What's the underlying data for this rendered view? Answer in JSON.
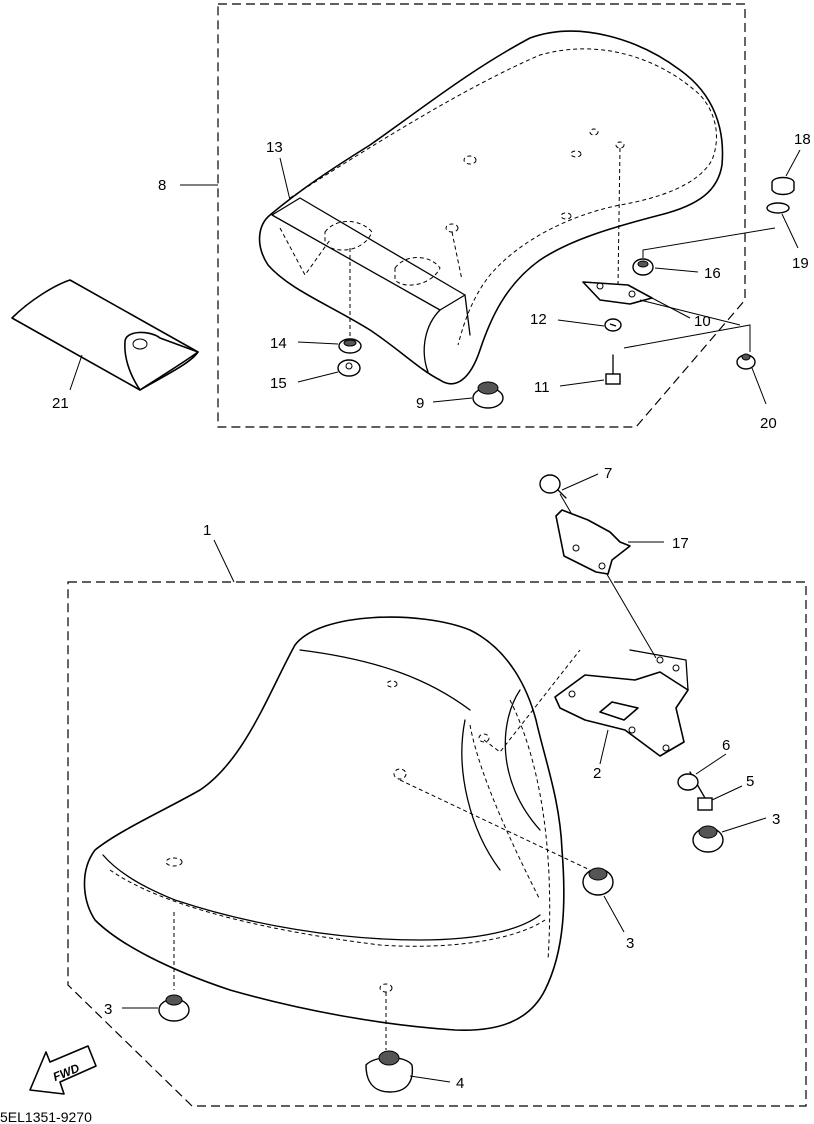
{
  "callouts": {
    "c1": "1",
    "c2": "2",
    "c3a": "3",
    "c3b": "3",
    "c3c": "3",
    "c4": "4",
    "c5": "5",
    "c6": "6",
    "c7": "7",
    "c8": "8",
    "c9": "9",
    "c10": "10",
    "c11": "11",
    "c12": "12",
    "c13": "13",
    "c14": "14",
    "c15": "15",
    "c16": "16",
    "c17": "17",
    "c18": "18",
    "c19": "19",
    "c20": "20",
    "c21": "21"
  },
  "fwd_label": "FWD",
  "drawing_code": "5EL1351-9270"
}
